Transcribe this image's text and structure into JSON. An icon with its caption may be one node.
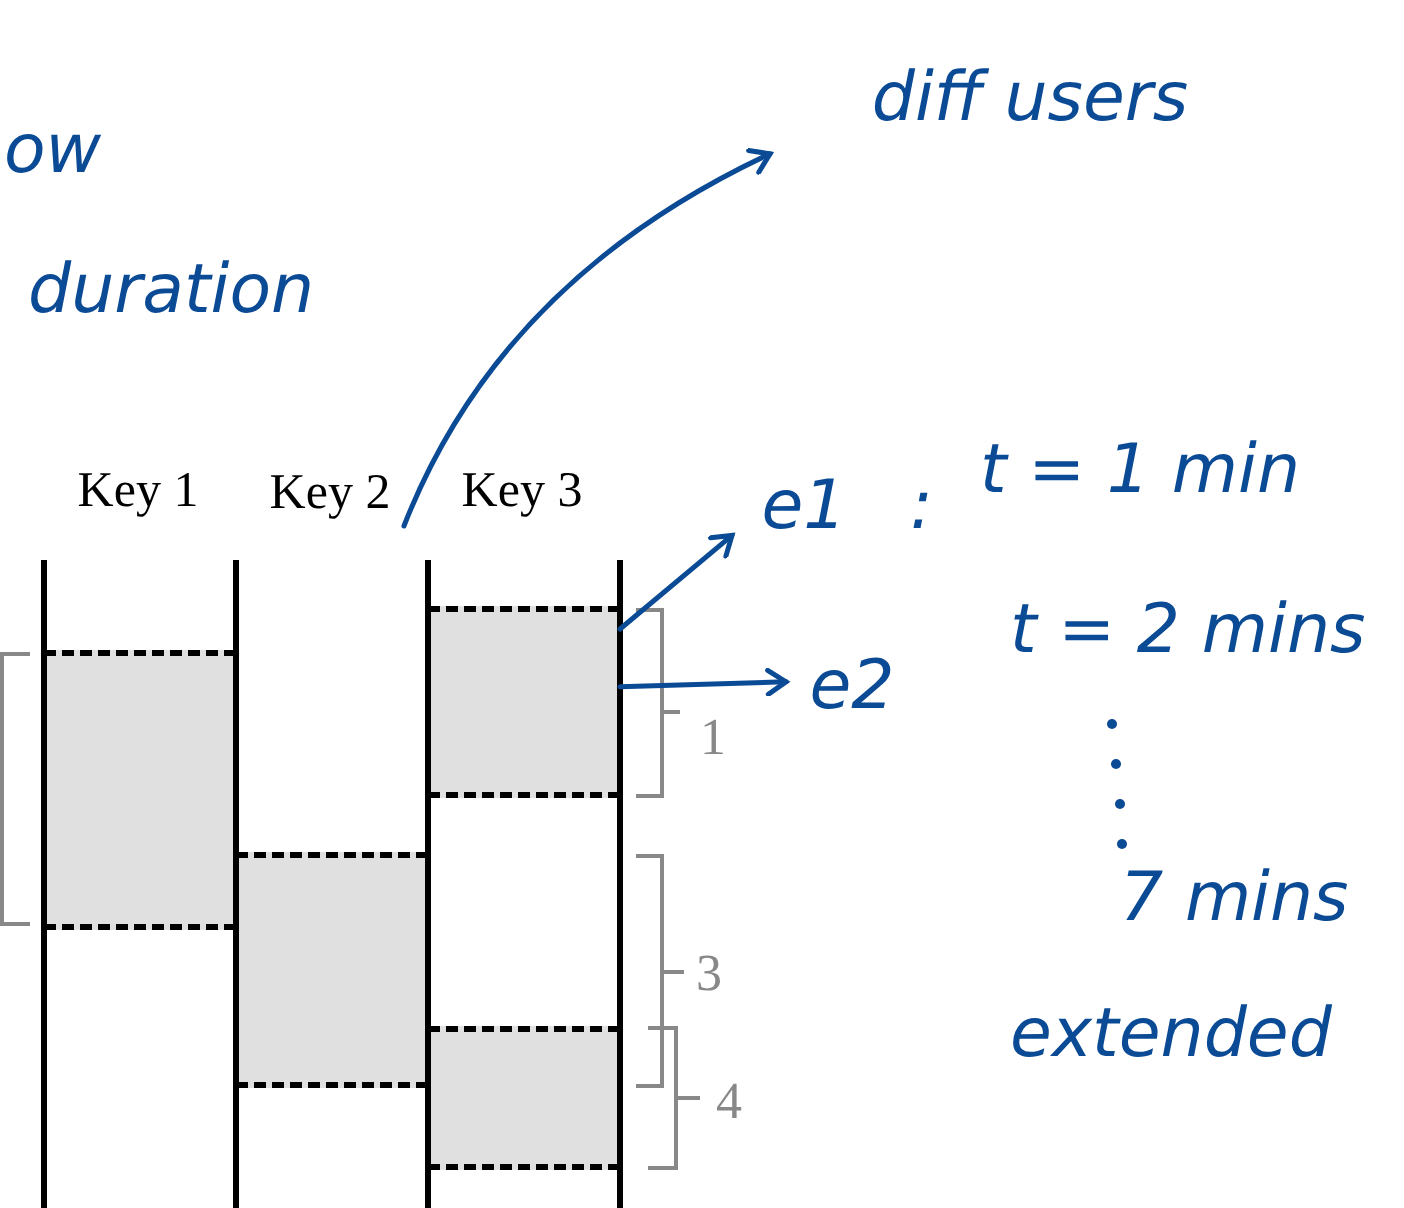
{
  "diagram": {
    "nodes": [
      {
        "text": [
          "Key 1"
        ]
      },
      {
        "text": [
          "Key 2"
        ]
      },
      {
        "text": [
          "Key 3"
        ]
      },
      {
        "text": [],
        "shape": "box"
      },
      {
        "text": [],
        "shape": "box"
      },
      {
        "text": [],
        "shape": "box"
      },
      {
        "text": [],
        "shape": "box"
      },
      {
        "text": [
          "diff users"
        ]
      },
      {
        "text": [
          "e1"
        ]
      },
      {
        "text": [
          "e2"
        ]
      }
    ],
    "edges": [
      {
        "from": 1,
        "to": 7,
        "arrow": "to"
      },
      {
        "from": 5,
        "to": 8,
        "arrow": "to"
      },
      {
        "from": 5,
        "to": 9,
        "arrow": "to"
      }
    ],
    "labels": [
      "ow",
      "duration",
      ":",
      "t = 1 min",
      "t = 2 mins",
      "1",
      "7 mins",
      "3",
      "extended",
      "4"
    ]
  }
}
